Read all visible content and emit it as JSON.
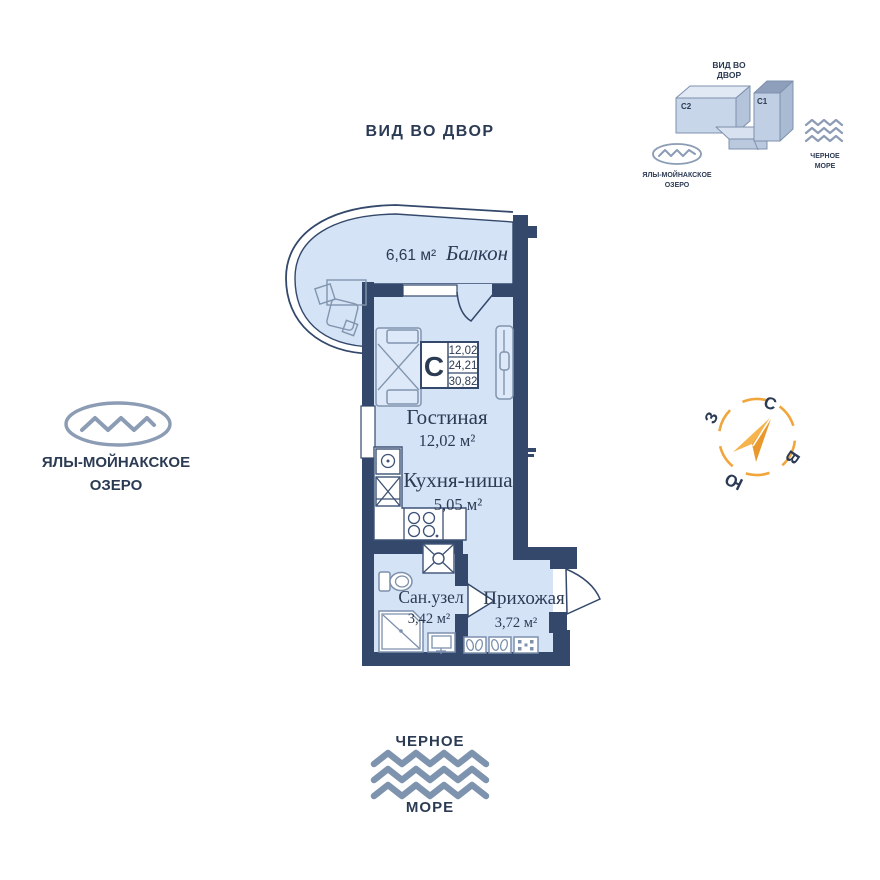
{
  "header": {
    "view_label": "ВИД ВО ДВОР"
  },
  "landmarks": {
    "lake": {
      "line1": "ЯЛЫ-МОЙНАКСКОЕ",
      "line2": "ОЗЕРО"
    },
    "sea": {
      "line1": "ЧЕРНОЕ",
      "line2": "МОРЕ"
    }
  },
  "compass": {
    "north": "С",
    "east": "В",
    "south": "Ю",
    "west": "З"
  },
  "minimap": {
    "view_line1": "ВИД ВО",
    "view_line2": "ДВОР",
    "building_left": "С2",
    "building_right": "С1",
    "lake_line1": "ЯЛЫ-МОЙНАКСКОЕ",
    "lake_line2": "ОЗЕРО",
    "sea_line1": "ЧЕРНОЕ",
    "sea_line2": "МОРЕ"
  },
  "stamp": {
    "letter": "С",
    "value1": "12,02",
    "value2": "24,21",
    "value3": "30,82"
  },
  "rooms": {
    "balcony": {
      "name": "Балкон",
      "area": "6,61 м²"
    },
    "living": {
      "name": "Гостиная",
      "area": "12,02 м²"
    },
    "kitchen": {
      "name": "Кухня-ниша",
      "area": "5,05 м²"
    },
    "bathroom": {
      "name": "Сан.узел",
      "area": "3,42 м²"
    },
    "hallway": {
      "name": "Прихожая",
      "area": "3,72 м²"
    }
  },
  "colors": {
    "wall": "#33486b",
    "room_fill": "#d4e3f5",
    "accent_orange": "#f0a63c",
    "text_navy": "#2c3b54",
    "water_grey": "#8b9cb4",
    "sea_wave": "#7e93ad"
  }
}
